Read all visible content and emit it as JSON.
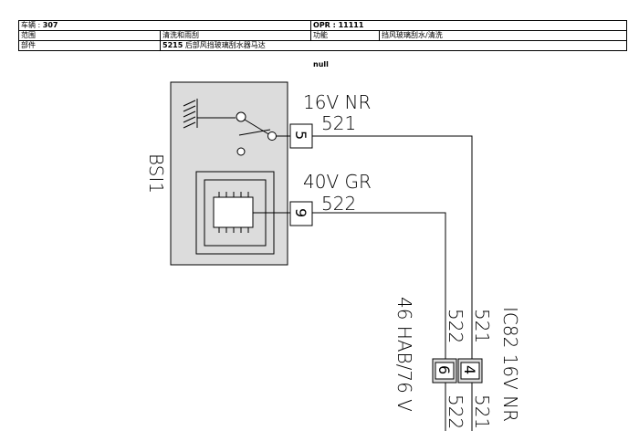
{
  "header": {
    "vehicle_label": "车辆 : ",
    "vehicle_value": "307",
    "opr_label": "OPR : ",
    "opr_value": "11111",
    "scope_label": "范围",
    "scope_value": "清洗和雨刮",
    "function_label": "功能",
    "function_value": "挡风玻璃刮水/清洗",
    "part_label": "部件",
    "part_code": "5215",
    "part_name": "后部风挡玻璃刮水器马达"
  },
  "null_text": "null",
  "bsi": {
    "name": "BSI1"
  },
  "wires": {
    "top": {
      "spec": "16V NR",
      "wire": "521",
      "pin": "5"
    },
    "bottom": {
      "spec": "40V GR",
      "wire": "522",
      "pin": "9"
    }
  },
  "lower_connector": {
    "left_label": "46 HAB/76 V",
    "right_label": "IC82 16V NR",
    "pin_a": "4",
    "pin_b": "6",
    "wire_a_upper": "521",
    "wire_b_upper": "522",
    "wire_a_lower": "521",
    "wire_b_lower": "522"
  }
}
